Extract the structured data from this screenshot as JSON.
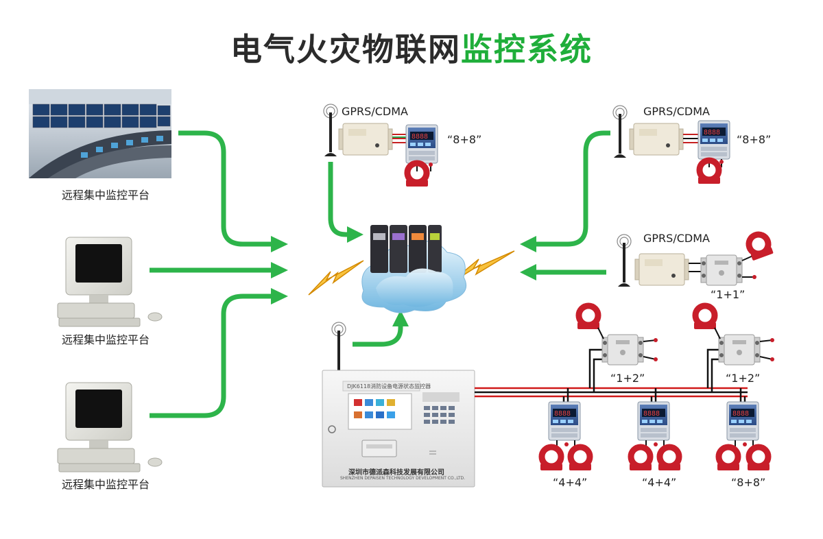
{
  "title": {
    "part1": "电气火灾物联网",
    "part2": "监控系统"
  },
  "platform_label": "远程集中监控平台",
  "gprs_label": "GPRS/CDMA",
  "monitor": {
    "model_label": "DJK6118消防设备电源状态监控器",
    "company_cn": "深圳市德派森科技发展有限公司",
    "company_en": "SHENZHEN DEPAISEN TECHNOLOGY DEVELOPMENT CO.,LTD."
  },
  "device_labels": {
    "top_center": "“8+8”",
    "top_right": "“8+8”",
    "mid_right": "“1+1”",
    "bus_top_left": "“1+2”",
    "bus_top_right": "“1+2”",
    "bus_bottom_1": "“4+4”",
    "bus_bottom_2": "“4+4”",
    "bus_bottom_3": "“8+8”"
  },
  "colors": {
    "arrow": "#2db44a",
    "title_accent": "#1fae3a",
    "sensor": "#c81e2a",
    "bus_red": "#d01818",
    "bus_black": "#111111"
  }
}
